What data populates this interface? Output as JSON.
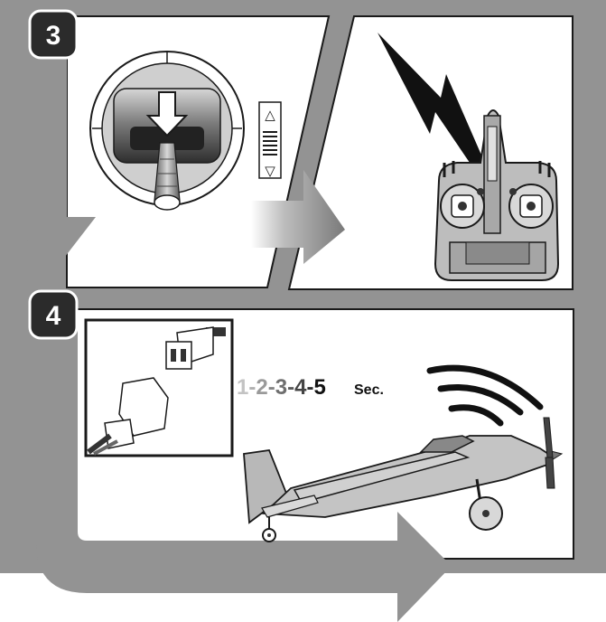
{
  "steps": [
    {
      "number": "3"
    },
    {
      "number": "4"
    }
  ],
  "throttle_indicator": {
    "up_glyph": "△",
    "down_glyph": "▽"
  },
  "timing": {
    "counts": [
      "1",
      "-",
      "2",
      "-",
      "3",
      "-",
      "4",
      "-",
      "5"
    ],
    "unit": "Sec.",
    "count_colors": [
      "#c0c0c0",
      "#9a9a9a",
      "#8a8a8a",
      "#6a6a6a",
      "#4a4a4a",
      "#3a3a3a",
      "#2a2a2a",
      "#1a1a1a",
      "#111111"
    ]
  },
  "icons": {
    "throttle_stick": "throttle-stick-icon",
    "transmitter": "transmitter-icon",
    "airplane": "airplane-icon",
    "connector": "battery-connector-icon",
    "signal": "signal-waves-icon",
    "lightning": "lightning-bolt-icon"
  },
  "colors": {
    "frame": "#939393",
    "line": "#1a1a1a",
    "badge": "#2b2b2b",
    "panel_bg": "#ffffff",
    "arrow": "#979797"
  }
}
